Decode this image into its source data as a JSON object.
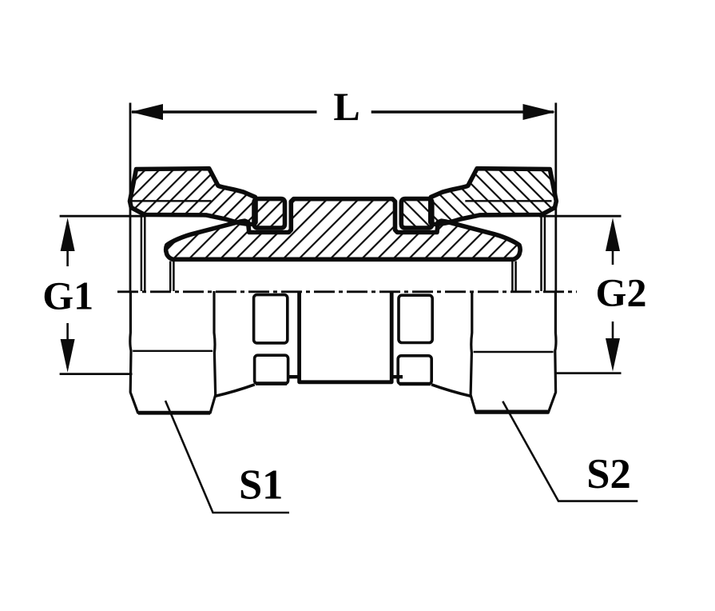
{
  "drawing": {
    "kind": "technical-section-drawing",
    "component": "female-swivel-union-fitting",
    "background": "#ffffff",
    "ink": "#000000"
  },
  "labels": {
    "length": "L",
    "thread_left": "G1",
    "thread_right": "G2",
    "hex_left": "S1",
    "hex_right": "S2"
  }
}
